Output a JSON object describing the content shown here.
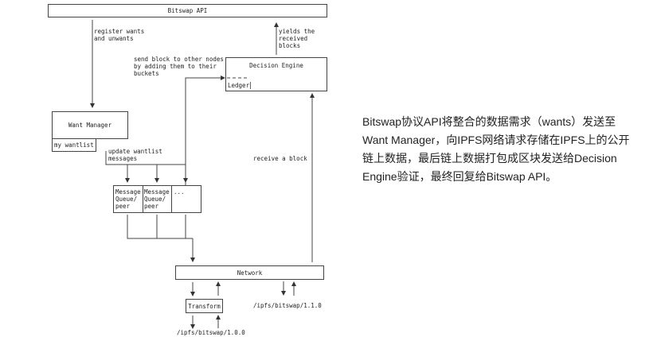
{
  "diagram": {
    "bitswap_api": "Bitswap API",
    "register_label": "register wants\nand unwants",
    "yields_label": "yields the\nreceived\nblocks",
    "send_block_label": "send block to other nodes\nby adding them to their\nbuckets",
    "decision_engine": "Decision Engine",
    "ledger": "Ledger",
    "want_manager": "Want Manager",
    "my_wantlist": "my wantlist",
    "update_label": "update wantlist\nmessages",
    "receive_label": "receive a block",
    "queues": [
      "Message\nQueue/\npeer",
      "Message\nQueue/\npeer",
      "..."
    ],
    "network": "Network",
    "transform": "Transform",
    "protocol_100": "/ipfs/bitswap/1.0.0",
    "protocol_110": "/ipfs/bitswap/1.1.0"
  },
  "description": "Bitswap协议API将整合的数据需求（wants）发送至Want Manager，向IPFS网络请求存储在IPFS上的公开链上数据，最后链上数据打包成区块发送给Decision Engine验证，最终回复给Bitswap API。"
}
